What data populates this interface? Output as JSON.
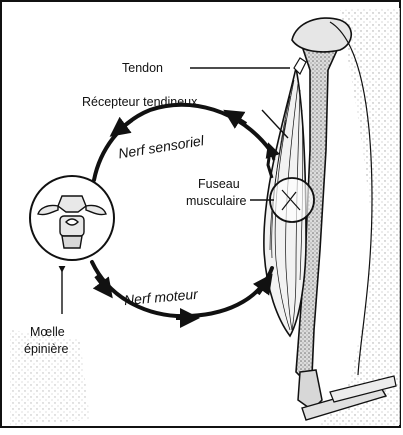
{
  "labels": {
    "tendon": "Tendon",
    "receptor": "Récepteur tendineux",
    "sensory_nerve": "Nerf sensoriel",
    "spindle_line1": "Fuseau",
    "spindle_line2": "musculaire",
    "motor_nerve": "Nerf moteur",
    "spinal_line1": "Mœlle",
    "spinal_line2": "épinière"
  },
  "colors": {
    "ink": "#111111",
    "paper": "#ffffff",
    "bone_shade": "#bdbdbd",
    "muscle_shade": "#9a9a9a"
  }
}
